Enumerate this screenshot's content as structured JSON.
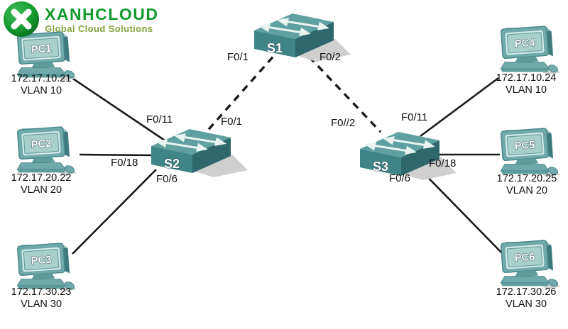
{
  "logo": {
    "brand": "XANHCLOUD",
    "tagline": "Global Cloud Solutions"
  },
  "topology": {
    "switches": [
      {
        "id": "s1",
        "label": "S1"
      },
      {
        "id": "s2",
        "label": "S2"
      },
      {
        "id": "s3",
        "label": "S3"
      }
    ],
    "pcs": [
      {
        "id": "pc1",
        "label": "PC1",
        "ip": "172.17.10.21",
        "vlan": "VLAN 10"
      },
      {
        "id": "pc2",
        "label": "PC2",
        "ip": "172.17.20.22",
        "vlan": "VLAN 20"
      },
      {
        "id": "pc3",
        "label": "PC3",
        "ip": "172.17.30.23",
        "vlan": "VLAN 30"
      },
      {
        "id": "pc4",
        "label": "PC4",
        "ip": "172.17.10.24",
        "vlan": "VLAN 10"
      },
      {
        "id": "pc5",
        "label": "PC5",
        "ip": "172.17.20.25",
        "vlan": "VLAN 20"
      },
      {
        "id": "pc6",
        "label": "PC6",
        "ip": "172.17.30.26",
        "vlan": "VLAN 30"
      }
    ],
    "links": [
      {
        "from": "S1",
        "to": "S2",
        "style": "dashed-trunk",
        "from_if": "F0/1",
        "to_if": "F0/1"
      },
      {
        "from": "S1",
        "to": "S3",
        "style": "dashed-trunk",
        "from_if": "F0/2",
        "to_if": "F0//2"
      },
      {
        "from": "S2",
        "to": "PC1",
        "style": "solid-access",
        "from_if": "F0/11"
      },
      {
        "from": "S2",
        "to": "PC2",
        "style": "solid-access",
        "from_if": "F0/18"
      },
      {
        "from": "S2",
        "to": "PC3",
        "style": "solid-access",
        "from_if": "F0/6"
      },
      {
        "from": "S3",
        "to": "PC4",
        "style": "solid-access",
        "from_if": "F0/11"
      },
      {
        "from": "S3",
        "to": "PC5",
        "style": "solid-access",
        "from_if": "F0/18"
      },
      {
        "from": "S3",
        "to": "PC6",
        "style": "solid-access",
        "from_if": "F0/6"
      }
    ]
  },
  "interface_labels": {
    "s1_to_s2": "F0/1",
    "s1_to_s3": "F0/2",
    "s2_to_s1": "F0/1",
    "s3_to_s1": "F0//2",
    "s2_to_pc1": "F0/11",
    "s2_to_pc2": "F0/18",
    "s2_to_pc3": "F0/6",
    "s3_to_pc4": "F0/11",
    "s3_to_pc5": "F0/18",
    "s3_to_pc6": "F0/6"
  },
  "colors": {
    "brand_green": "#129A2C",
    "tagline_green": "#86A33C",
    "device_teal_top": "#5FA0A1",
    "device_teal_front": "#3F8487",
    "device_teal_side": "#2E686C",
    "pc_screen": "#A9CFCB",
    "link_black": "#1A1A1A"
  }
}
